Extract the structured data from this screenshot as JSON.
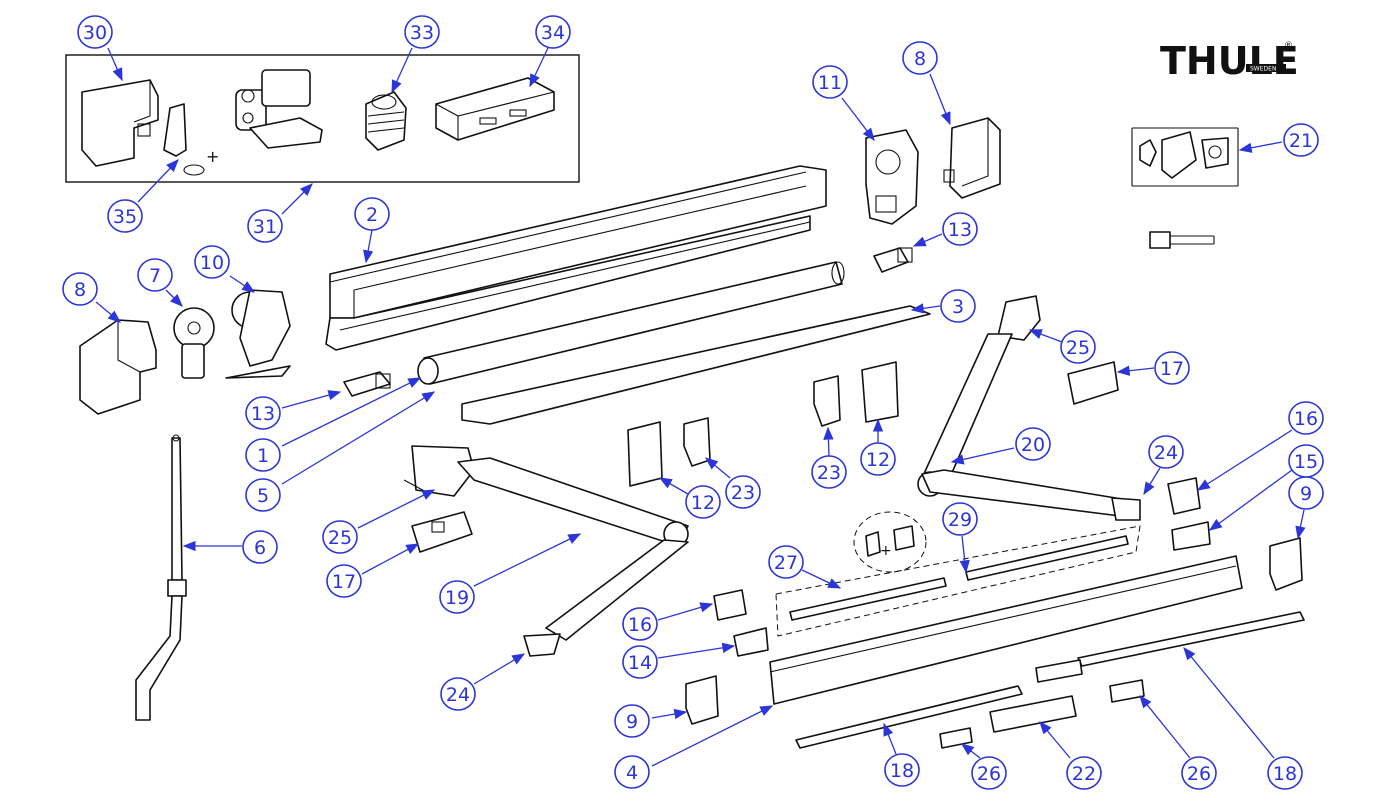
{
  "brand": {
    "logo_text": "THULE",
    "logo_subtext": "SWEDEN",
    "registered_mark": "®"
  },
  "colors": {
    "callout": "#2b35d8",
    "line_art": "#111111",
    "background": "#ffffff"
  },
  "callouts": [
    "30",
    "33",
    "34",
    "35",
    "31",
    "11",
    "8",
    "21",
    "2",
    "13",
    "3",
    "25",
    "17",
    "8",
    "7",
    "10",
    "13",
    "1",
    "5",
    "12",
    "23",
    "23",
    "12",
    "20",
    "24",
    "16",
    "15",
    "9",
    "6",
    "25",
    "17",
    "19",
    "29",
    "27",
    "16",
    "14",
    "24",
    "9",
    "4",
    "18",
    "26",
    "22",
    "26",
    "18"
  ],
  "connector_symbol": "+"
}
